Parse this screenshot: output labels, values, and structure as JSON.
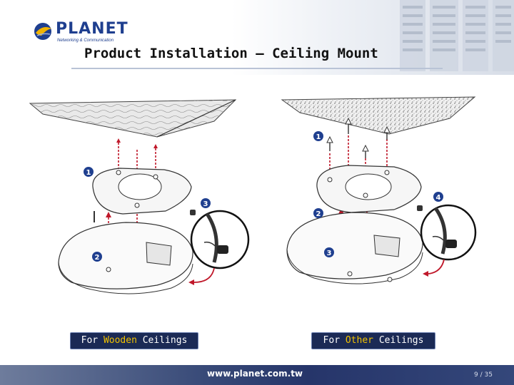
{
  "brand": {
    "name": "PLANET",
    "tagline": "Networking & Communication"
  },
  "slide": {
    "title": "Product Installation – Ceiling Mount"
  },
  "illustrations": {
    "wooden": {
      "step_labels": [
        "1",
        "2",
        "3"
      ]
    },
    "other": {
      "step_labels": [
        "1",
        "2",
        "3",
        "4"
      ]
    }
  },
  "captions": {
    "wooden": {
      "prefix": "For ",
      "highlight": "Wooden",
      "suffix": " Ceilings"
    },
    "other": {
      "prefix": "For ",
      "highlight": "Other",
      "suffix": " Ceilings"
    }
  },
  "footer": {
    "url": "www.planet.com.tw",
    "page": "9 / 35"
  },
  "colors": {
    "caption_bg": "#1b2a55",
    "caption_highlight": "#f2c200",
    "step_badge": "#1f3f8f",
    "arrow_red": "#c0182a",
    "footer_bg": "#26356a"
  }
}
